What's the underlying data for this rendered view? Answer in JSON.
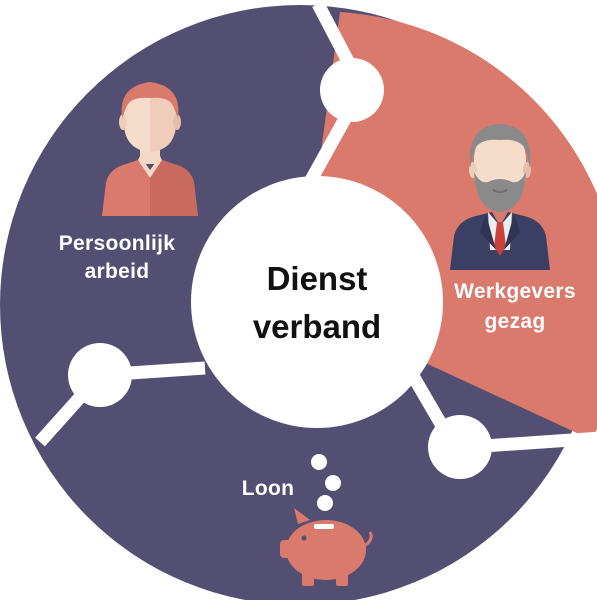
{
  "center": {
    "line1": "Dienst",
    "line2": "verband"
  },
  "segments": [
    {
      "id": "persoonlijk-arbeid",
      "label_lines": [
        "Persoonlijk",
        "arbeid"
      ],
      "color": "#524F72",
      "icon": "employee-person-icon"
    },
    {
      "id": "werkgevers-gezag",
      "label_lines": [
        "Werkgevers",
        "gezag"
      ],
      "color": "#D97A6C",
      "icon": "employer-bearded-man-icon"
    },
    {
      "id": "loon",
      "label_lines": [
        "Loon"
      ],
      "color": "#524F72",
      "icon": "piggy-bank-coins-icon"
    }
  ],
  "colors": {
    "background": "#ffffff",
    "center_circle": "#ffffff",
    "connector_circle": "#ffffff",
    "separator": "#ffffff",
    "center_text": "#111111",
    "label_text": "#ffffff"
  }
}
